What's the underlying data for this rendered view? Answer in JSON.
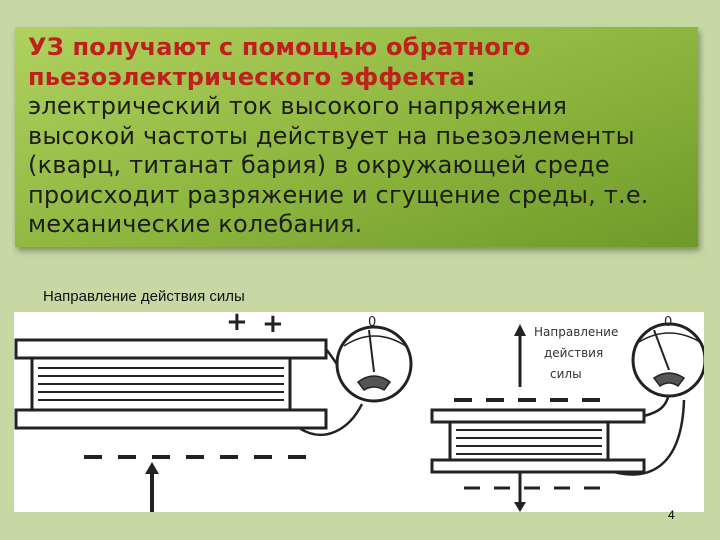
{
  "slide": {
    "heading_part1": "УЗ получают с помощью обратного",
    "heading_part2": "пьезоэлектрического эффекта",
    "heading_colon": ":",
    "body_lines": [
      "электрический ток высокого напряжения",
      "высокой частоты действует на пьезоэлементы",
      "(кварц, титанат бария) в окружающей среде",
      "происходит разряжение и сгущение среды, т.е.",
      "механические колебания."
    ],
    "caption": "Направление действия силы",
    "figure": {
      "right_label": [
        "Направление",
        "действия",
        "силы"
      ],
      "gauge_zero": "0",
      "plus_signs": [
        "+",
        "+"
      ]
    },
    "page_number": "4"
  },
  "colors": {
    "heading_red": "#c0201d",
    "box_green": "#8cb53d",
    "background": "#c6d9a4"
  }
}
